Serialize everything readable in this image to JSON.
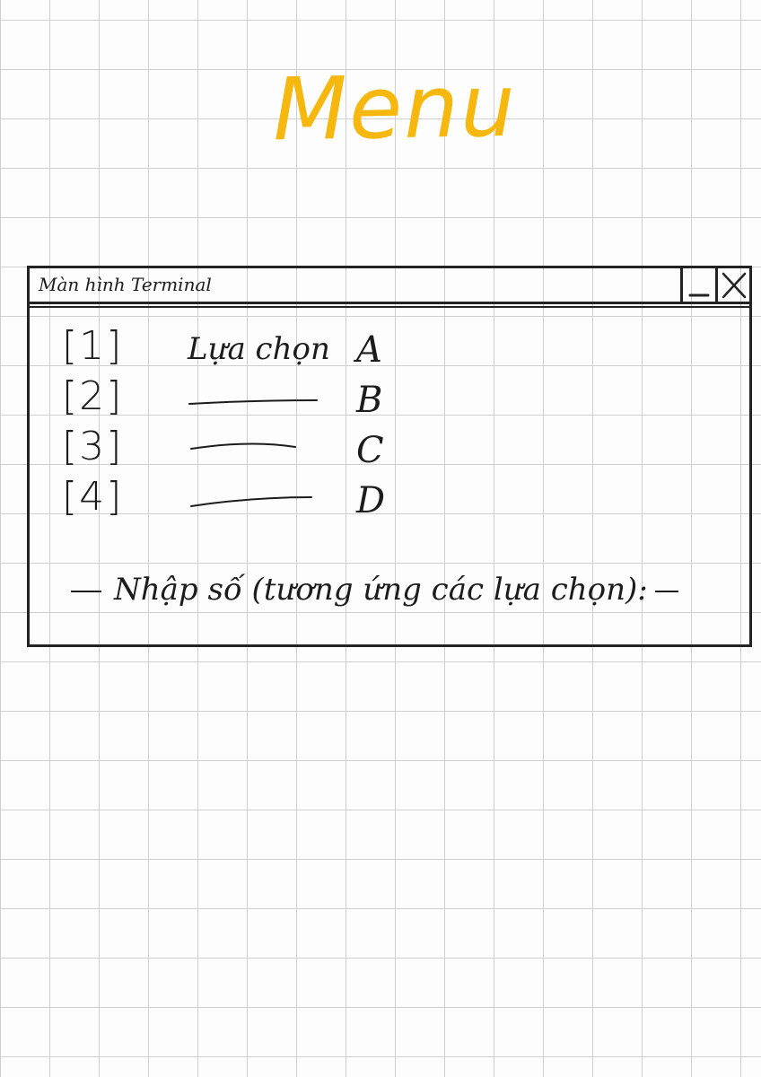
{
  "page": {
    "title": "Menu",
    "title_color": "#f6b70f"
  },
  "window": {
    "title": "Màn hình Terminal",
    "minimize_icon": "minimize-icon",
    "close_icon": "close-icon"
  },
  "options": [
    {
      "number": "[1]",
      "label": "Lựa chọn",
      "letter": "A"
    },
    {
      "number": "[2]",
      "label": "",
      "letter": "B"
    },
    {
      "number": "[3]",
      "label": "",
      "letter": "C"
    },
    {
      "number": "[4]",
      "label": "",
      "letter": "D"
    }
  ],
  "prompt": {
    "text": "Nhập số (tương ứng các lựa chọn):"
  }
}
